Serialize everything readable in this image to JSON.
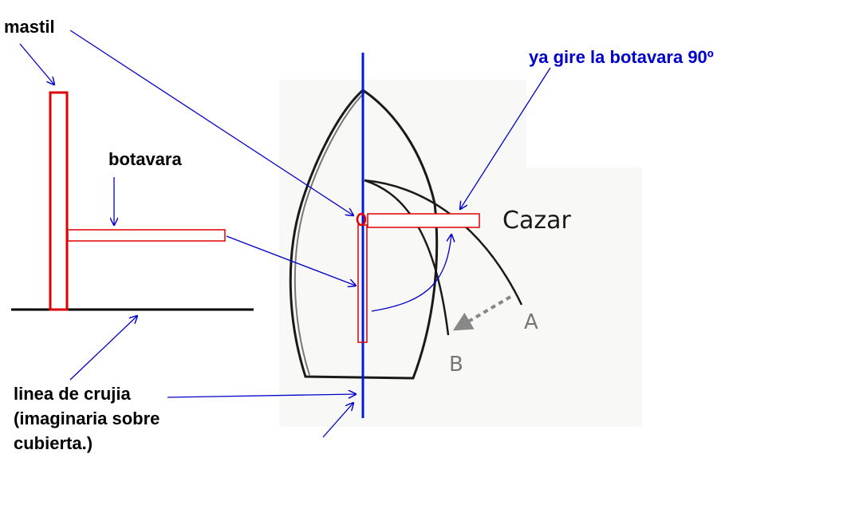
{
  "labels": {
    "mastil": "mastil",
    "botavara": "botavara",
    "rotated_note": "ya gire la botavara 90º",
    "cazar": "Cazar",
    "point_a": "A",
    "point_b": "B",
    "point_o": "o",
    "crujia_line1": "linea de crujia",
    "crujia_line2": "(imaginaria sobre",
    "crujia_line3": "cubierta.)"
  },
  "colors": {
    "mast_boom": "#e00000",
    "annotation_blue": "#0000cc",
    "centerline_blue": "#0018e0",
    "hull": "#1a1a1a",
    "photo_bg": "#f8f8f6",
    "gray_text": "#777777",
    "black_text": "#000000"
  }
}
